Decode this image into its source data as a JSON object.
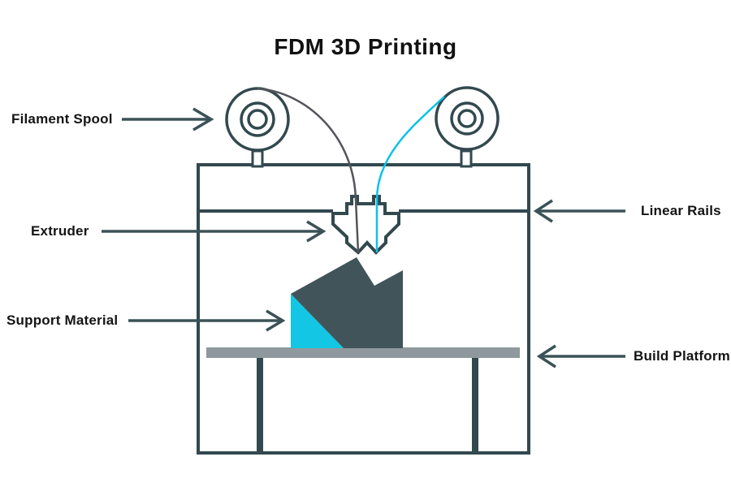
{
  "title": "FDM 3D Printing",
  "labels": {
    "filament_spool": "Filament Spool",
    "extruder": "Extruder",
    "support_material": "Support Material",
    "linear_rails": "Linear Rails",
    "build_platform": "Build Platform"
  },
  "colors": {
    "outline": "#32494e",
    "arrow": "#3b5257",
    "object_dark": "#41545a",
    "support_cyan": "#12c6e4",
    "filament_gray": "#54555b",
    "filament_cyan": "#0cc2e8",
    "platform_gray": "#8f999d",
    "text": "#141414",
    "background": "#ffffff"
  }
}
